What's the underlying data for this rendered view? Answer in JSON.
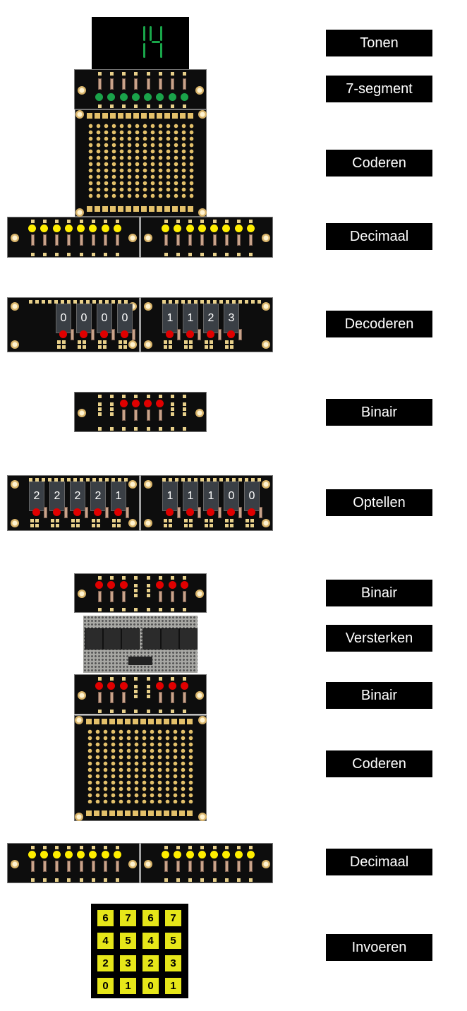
{
  "labels": [
    "Tonen",
    "7-segment",
    "Coderen",
    "Decimaal",
    "Decoderen",
    "Binair",
    "Optellen",
    "Binair",
    "Versterken",
    "Binair",
    "Coderen",
    "Decimaal",
    "Invoeren"
  ],
  "display": {
    "value": "14",
    "color": "#19a64a"
  },
  "green_leds": {
    "color": "#1aa34a",
    "states": [
      1,
      1,
      1,
      1,
      1,
      1,
      1,
      1
    ]
  },
  "decimal_top": {
    "color": "#ffee00",
    "left": [
      1,
      1,
      1,
      1,
      1,
      1,
      1,
      1
    ],
    "right": [
      1,
      1,
      1,
      1,
      1,
      1,
      1,
      1
    ]
  },
  "decoder": {
    "left": [
      "0",
      "0",
      "0",
      "0"
    ],
    "right": [
      "1",
      "1",
      "2",
      "3"
    ],
    "led_color": "#e00000"
  },
  "binary_1": {
    "color": "#e00000",
    "states": [
      0,
      0,
      1,
      1,
      1,
      1,
      0,
      0
    ]
  },
  "adder": {
    "left": [
      "2",
      "2",
      "2",
      "2",
      "1"
    ],
    "right": [
      "1",
      "1",
      "1",
      "0",
      "0"
    ]
  },
  "binary_2": {
    "color": "#e00000",
    "states": [
      1,
      1,
      1,
      0,
      0,
      1,
      1,
      1
    ]
  },
  "binary_3": {
    "color": "#e00000",
    "states": [
      1,
      1,
      1,
      0,
      0,
      1,
      1,
      1
    ]
  },
  "decimal_bottom": {
    "color": "#ffee00",
    "left": [
      1,
      1,
      1,
      1,
      1,
      1,
      1,
      1
    ],
    "right": [
      1,
      1,
      1,
      1,
      1,
      1,
      1,
      1
    ]
  },
  "keypad": {
    "keys": [
      "6",
      "7",
      "6",
      "7",
      "4",
      "5",
      "4",
      "5",
      "2",
      "3",
      "2",
      "3",
      "0",
      "1",
      "0",
      "1"
    ],
    "key_color": "#e6e619"
  }
}
